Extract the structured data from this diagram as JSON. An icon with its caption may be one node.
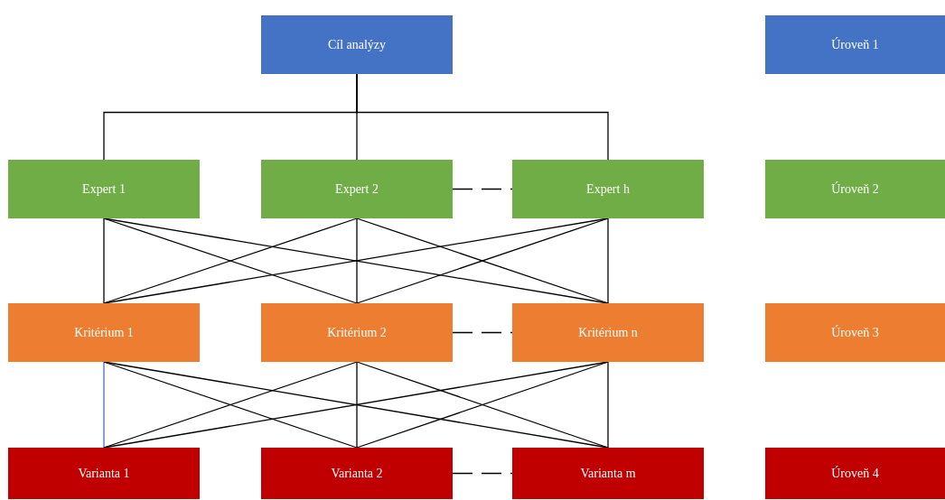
{
  "diagram": {
    "nodes": [
      {
        "text": [
          "Cíl analýzy"
        ]
      },
      {
        "text": [
          "Úroveň 1"
        ]
      },
      {
        "text": [
          "Expert 1"
        ]
      },
      {
        "text": [
          "Expert 2"
        ]
      },
      {
        "text": [
          "Expert h"
        ]
      },
      {
        "text": [
          "Úroveň 2"
        ]
      },
      {
        "text": [
          "Kritérium 1"
        ]
      },
      {
        "text": [
          "Kritérium 2"
        ]
      },
      {
        "text": [
          "Kritérium n"
        ]
      },
      {
        "text": [
          "Úroveň 3"
        ]
      },
      {
        "text": [
          "Varianta 1"
        ]
      },
      {
        "text": [
          "Varianta 2"
        ]
      },
      {
        "text": [
          "Varianta m"
        ]
      },
      {
        "text": [
          "Úroveň 4"
        ]
      }
    ],
    "edges": [
      {
        "from": 0,
        "to": 2,
        "arrow": "none"
      },
      {
        "from": 0,
        "to": 3,
        "arrow": "none"
      },
      {
        "from": 0,
        "to": 4,
        "arrow": "none"
      },
      {
        "from": 3,
        "to": 4,
        "arrow": "none",
        "style": "dashed"
      },
      {
        "from": 2,
        "to": 6,
        "arrow": "none"
      },
      {
        "from": 2,
        "to": 7,
        "arrow": "none"
      },
      {
        "from": 2,
        "to": 8,
        "arrow": "none"
      },
      {
        "from": 3,
        "to": 6,
        "arrow": "none"
      },
      {
        "from": 3,
        "to": 7,
        "arrow": "none"
      },
      {
        "from": 3,
        "to": 8,
        "arrow": "none"
      },
      {
        "from": 4,
        "to": 6,
        "arrow": "none"
      },
      {
        "from": 4,
        "to": 7,
        "arrow": "none"
      },
      {
        "from": 4,
        "to": 8,
        "arrow": "none"
      },
      {
        "from": 7,
        "to": 8,
        "arrow": "none",
        "style": "dashed"
      },
      {
        "from": 6,
        "to": 10,
        "arrow": "none",
        "color": "#4472c4"
      },
      {
        "from": 6,
        "to": 11,
        "arrow": "none"
      },
      {
        "from": 6,
        "to": 12,
        "arrow": "none"
      },
      {
        "from": 7,
        "to": 10,
        "arrow": "none"
      },
      {
        "from": 7,
        "to": 11,
        "arrow": "none"
      },
      {
        "from": 7,
        "to": 12,
        "arrow": "none"
      },
      {
        "from": 8,
        "to": 10,
        "arrow": "none"
      },
      {
        "from": 8,
        "to": 11,
        "arrow": "none"
      },
      {
        "from": 8,
        "to": 12,
        "arrow": "none"
      },
      {
        "from": 11,
        "to": 12,
        "arrow": "none",
        "style": "dashed"
      }
    ]
  }
}
